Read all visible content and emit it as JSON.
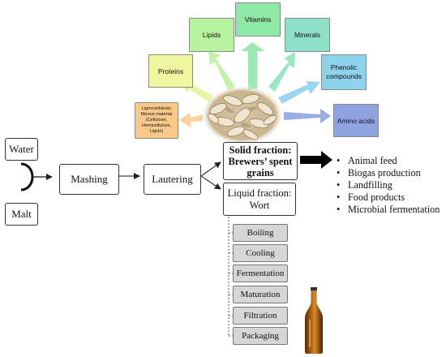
{
  "inputs": {
    "water": "Water",
    "malt": "Malt"
  },
  "process": {
    "mashing": "Mashing",
    "lautering": "Lautering"
  },
  "solid_fraction": {
    "line1": "Solid fraction:",
    "line2": "Brewers’ spent",
    "line3": "grains"
  },
  "liquid_fraction": {
    "line1": "Liquid fraction:",
    "line2": "Wort"
  },
  "components": {
    "proteins": "Proteins",
    "lipids": "Lipids",
    "vitamins": "Vitamins",
    "minerals": "Minerals",
    "phenolic_line1": "Phenolic",
    "phenolic_line2": "compounds",
    "amino_acids": "Amino acids",
    "ligno_line1": "Lignocellulosic",
    "ligno_line2": "fibrous material",
    "ligno_line3": "(Cellulose,",
    "ligno_line4": "Hemicellulose,",
    "ligno_line5": "Lignin)"
  },
  "uses": [
    "Animal feed",
    "Biogas production",
    "Landfilling",
    "Food products",
    "Microbial fermentation"
  ],
  "wort_steps": [
    "Boiling",
    "Cooling",
    "Fermentation",
    "Maturation",
    "Filtration",
    "Packaging"
  ],
  "colors": {
    "proteins": "#eef7a0",
    "lipids": "#b9f29f",
    "vitamins": "#8ee8a6",
    "minerals": "#8ee0c6",
    "phenolic": "#8fd2ec",
    "amino": "#8fa3e0",
    "ligno": "#f9c98a",
    "step_fill": "#d6d6d6"
  },
  "icons": {
    "grain": "spent-grain-image",
    "bottle": "beer-bottle-image"
  }
}
